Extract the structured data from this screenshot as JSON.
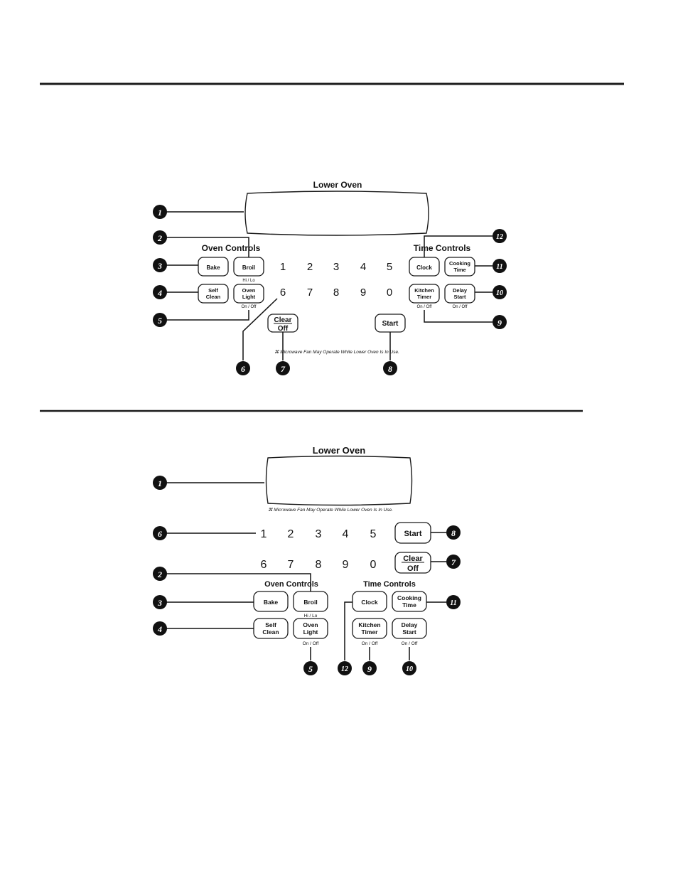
{
  "panel1": {
    "display_label": "Lower Oven",
    "oven_controls_label": "Oven Controls",
    "time_controls_label": "Time Controls",
    "bake": "Bake",
    "broil": "Broil",
    "broil_sub": "Hi / Lo",
    "self_clean_1": "Self",
    "self_clean_2": "Clean",
    "oven_light_1": "Oven",
    "oven_light_2": "Light",
    "oven_light_sub": "On / Off",
    "clock": "Clock",
    "cooking_time_1": "Cooking",
    "cooking_time_2": "Time",
    "kitchen_timer_1": "Kitchen",
    "kitchen_timer_2": "Timer",
    "kitchen_timer_sub": "On / Off",
    "delay_start_1": "Delay",
    "delay_start_2": "Start",
    "delay_start_sub": "On / Off",
    "clear": "Clear",
    "off": "Off",
    "start": "Start",
    "note": "⌘ Microwave Fan May Operate While Lower Oven Is In Use.",
    "digits_row1": [
      "1",
      "2",
      "3",
      "4",
      "5"
    ],
    "digits_row2": [
      "6",
      "7",
      "8",
      "9",
      "0"
    ]
  },
  "panel2": {
    "display_label": "Lower Oven",
    "note": "⌘ Microwave Fan May Operate While Lower Oven Is In Use.",
    "digits_row1": [
      "1",
      "2",
      "3",
      "4",
      "5"
    ],
    "digits_row2": [
      "6",
      "7",
      "8",
      "9",
      "0"
    ],
    "start": "Start",
    "clear": "Clear",
    "off": "Off",
    "oven_controls_label": "Oven Controls",
    "time_controls_label": "Time Controls",
    "bake": "Bake",
    "broil": "Broil",
    "broil_sub": "Hi / Lo",
    "self_clean_1": "Self",
    "self_clean_2": "Clean",
    "oven_light_1": "Oven",
    "oven_light_2": "Light",
    "oven_light_sub": "On / Off",
    "clock": "Clock",
    "cooking_time_1": "Cooking",
    "cooking_time_2": "Time",
    "kitchen_timer_1": "Kitchen",
    "kitchen_timer_2": "Timer",
    "kitchen_timer_sub": "On / Off",
    "delay_start_1": "Delay",
    "delay_start_2": "Start",
    "delay_start_sub": "On / Off"
  },
  "callouts": {
    "c1": "1",
    "c2": "2",
    "c3": "3",
    "c4": "4",
    "c5": "5",
    "c6": "6",
    "c7": "7",
    "c8": "8",
    "c9": "9",
    "c10": "10",
    "c11": "11",
    "c12": "12"
  }
}
